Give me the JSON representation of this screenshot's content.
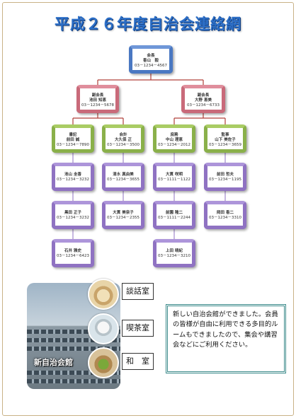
{
  "title": "平成２６年度自治会連絡網",
  "chairman": {
    "role": "会長",
    "name": "香山　毅",
    "phone": "03－1234－4567"
  },
  "vice": [
    {
      "role": "副会長",
      "name": "池田 知恵",
      "phone": "03－1234－5678"
    },
    {
      "role": "副会長",
      "name": "大野 恵美",
      "phone": "03－1234－6733"
    }
  ],
  "officers": [
    {
      "role": "書記",
      "name": "前田 誠",
      "phone": "03－1234－7890"
    },
    {
      "role": "会計",
      "name": "大久保 正",
      "phone": "03－1234－3500"
    },
    {
      "role": "庶務",
      "name": "中山 理恵",
      "phone": "03－1234－2012"
    },
    {
      "role": "監事",
      "name": "山下 美佐子",
      "phone": "03－1234－3659"
    }
  ],
  "members": [
    {
      "name": "池山 圭香",
      "phone": "03－1234－3232"
    },
    {
      "name": "黒田 正子",
      "phone": "03－1234－3232"
    },
    {
      "name": "石井 雅史",
      "phone": "03－1234－6423"
    },
    {
      "name": "清水 真由美",
      "phone": "03－1234－3655"
    },
    {
      "name": "大貫 美奈子",
      "phone": "03－1234－2355"
    },
    {
      "name": "大貫 咲明",
      "phone": "03－1111－1122"
    },
    {
      "name": "前園 隆二",
      "phone": "03－1111－2244"
    },
    {
      "name": "上田 晴紀",
      "phone": "03－1234－3210"
    },
    {
      "name": "前田 哲夫",
      "phone": "03－1234－1195"
    },
    {
      "name": "岡田 香二",
      "phone": "03－1234－3310"
    }
  ],
  "building_label": "新自治会館",
  "rooms": [
    "談話室",
    "喫茶室",
    "和　室"
  ],
  "notice_text": "新しい自治会館ができました。会員の皆様が自由に利用できる多目的ルームもできましたので、集会や講習会などにご利用ください。",
  "colors": {
    "title": "#2d6fc7",
    "chairman": "#4a78c2",
    "vice": "#c96a7a",
    "officer": "#8ab04a",
    "member": "#8f72c2",
    "notice_border": "#3b8a8a"
  }
}
